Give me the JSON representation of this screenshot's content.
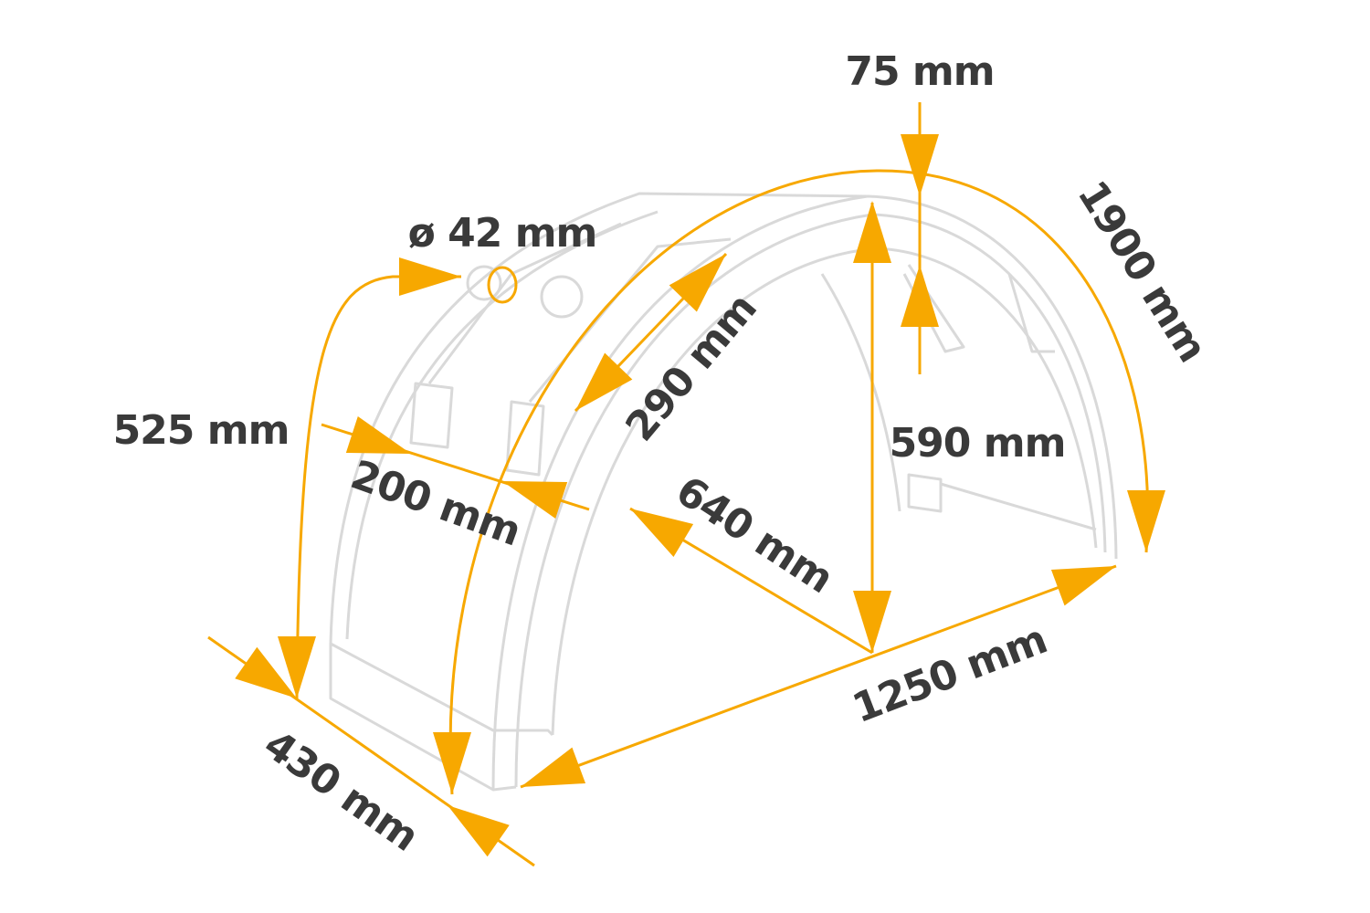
{
  "colors": {
    "accent": "#F7A800",
    "text": "#3a3a3a",
    "drawing": "#d9d9d9"
  },
  "dimensions": {
    "depth_top": "75 mm",
    "pipe_diameter": "ø 42 mm",
    "arc_length": "1900 mm",
    "bracket_length": "290 mm",
    "side_height": "525 mm",
    "bracket_spacing": "200 mm",
    "height": "590 mm",
    "radius": "640 mm",
    "length": "1250 mm",
    "width": "430 mm"
  }
}
